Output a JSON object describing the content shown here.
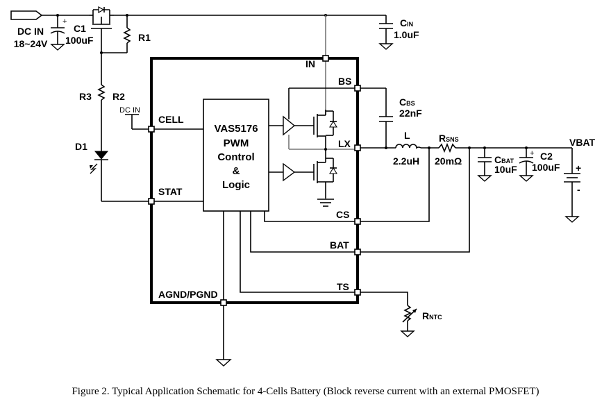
{
  "figure": {
    "caption": "Figure 2. Typical Application Schematic for 4-Cells Battery (Block reverse current with an external PMOSFET)"
  },
  "chip": {
    "line1": "VAS5176",
    "line2": "PWM",
    "line3": "Control",
    "line4": "&",
    "line5": "Logic"
  },
  "pins": {
    "in": "IN",
    "bs": "BS",
    "lx": "LX",
    "cs": "CS",
    "bat": "BAT",
    "ts": "TS",
    "cell": "CELL",
    "stat": "STAT",
    "gnd": "AGND/PGND"
  },
  "components": {
    "dc_in": {
      "label": "DC IN",
      "range": "18~24V"
    },
    "c1": {
      "name": "C1",
      "value": "100uF"
    },
    "r1": {
      "name": "R1"
    },
    "r3": {
      "name": "R3"
    },
    "r2": {
      "name": "R2"
    },
    "d1": {
      "name": "D1"
    },
    "cell_ref": "DC IN",
    "cin": {
      "name_main": "C",
      "name_sub": "IN",
      "value": "1.0uF"
    },
    "cbs": {
      "name_main": "C",
      "name_sub": "BS",
      "value": "22nF"
    },
    "l": {
      "name": "L",
      "value": "2.2uH"
    },
    "rsns": {
      "name_main": "R",
      "name_sub": "SNS",
      "value": "20mΩ"
    },
    "cbat": {
      "name_main": "C",
      "name_sub": "BAT",
      "value": "10uF"
    },
    "c2": {
      "name": "C2",
      "value": "100uF"
    },
    "vbat": "VBAT",
    "battery": {
      "plus": "+",
      "minus": "-"
    },
    "rntc": {
      "name_main": "R",
      "name_sub": "NTC"
    },
    "polarity_plus": "+"
  }
}
